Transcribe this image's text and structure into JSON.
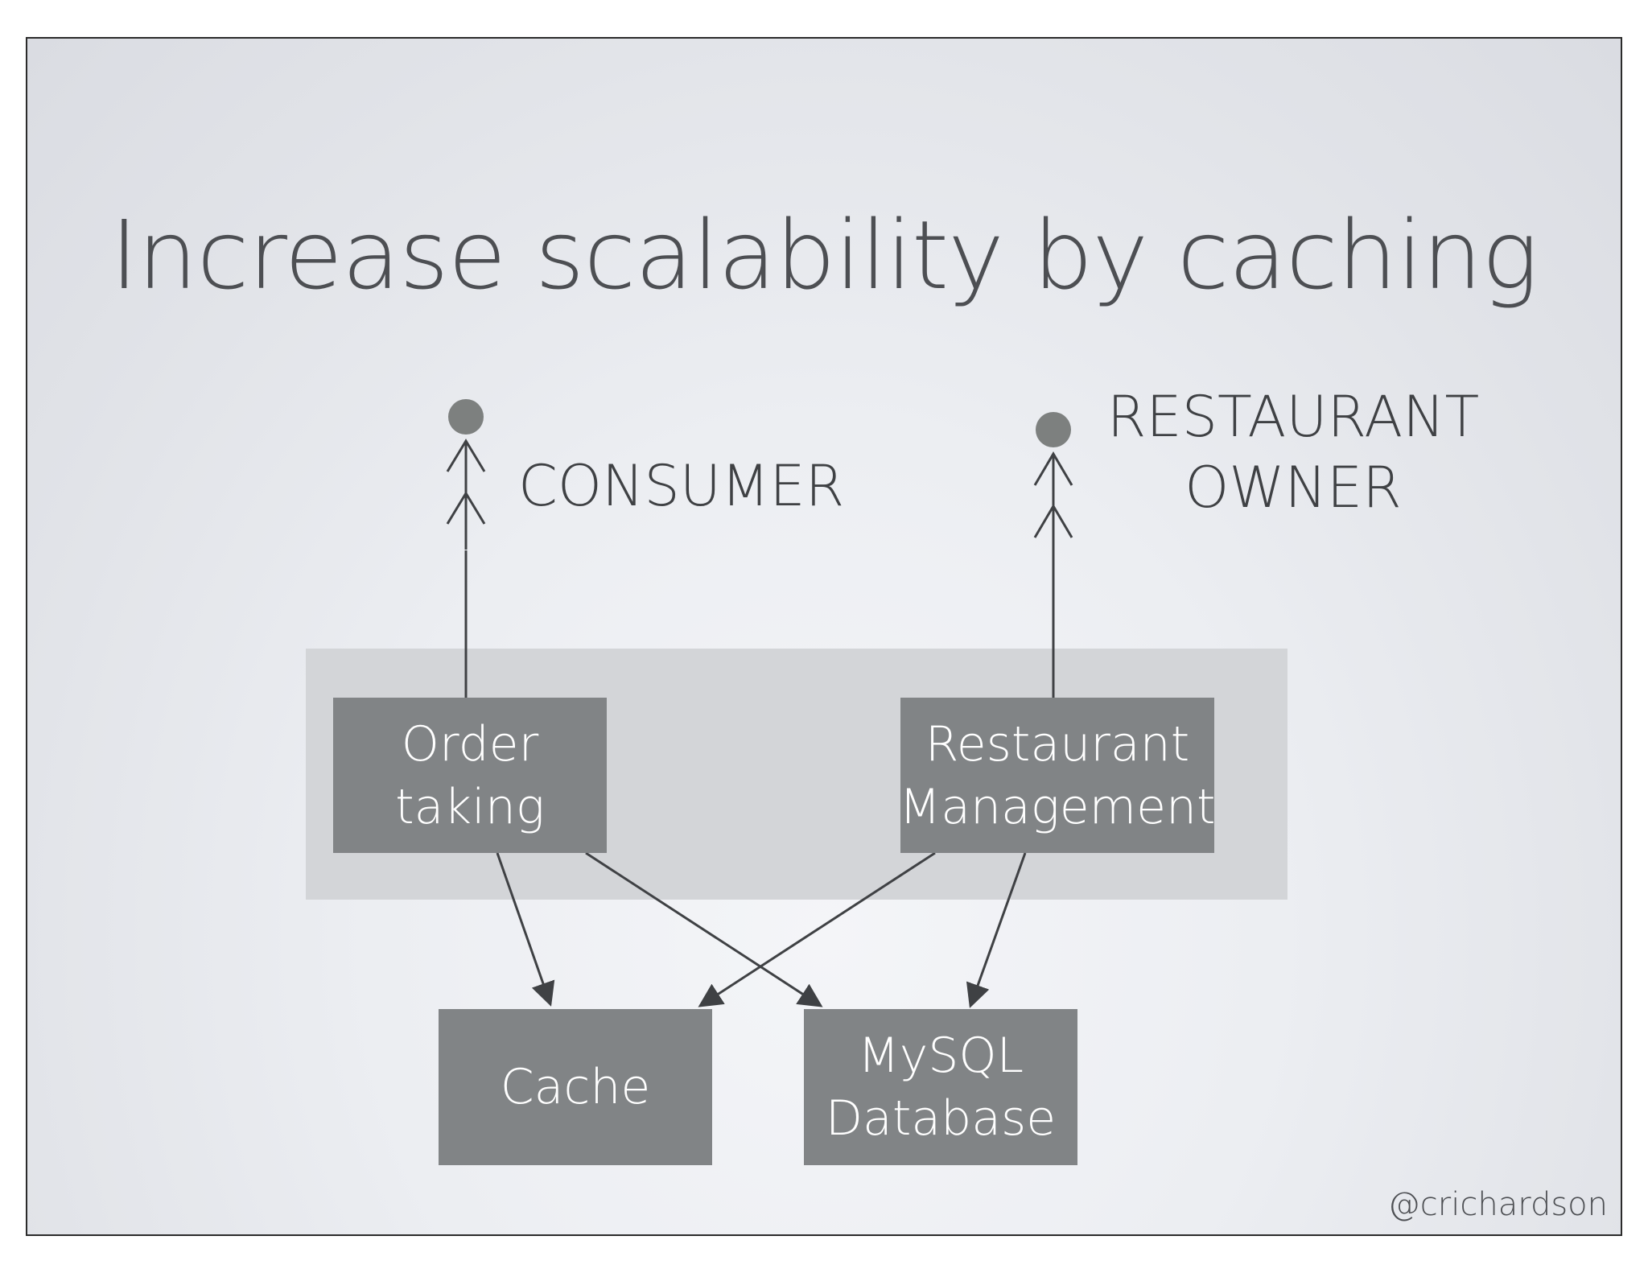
{
  "title": "Increase scalability by caching",
  "actors": {
    "consumer": {
      "label": "CONSUMER"
    },
    "restaurant_owner": {
      "line1": "RESTAURANT",
      "line2": "OWNER"
    }
  },
  "services": {
    "order_taking": {
      "line1": "Order",
      "line2": "taking"
    },
    "restaurant_management": {
      "line1": "Restaurant",
      "line2": "Management"
    }
  },
  "stores": {
    "cache": {
      "label": "Cache"
    },
    "mysql": {
      "line1": "MySQL",
      "line2": "Database"
    }
  },
  "edges": [
    {
      "from": "order_taking",
      "to": "consumer"
    },
    {
      "from": "restaurant_management",
      "to": "restaurant_owner"
    },
    {
      "from": "order_taking",
      "to": "cache"
    },
    {
      "from": "order_taking",
      "to": "mysql"
    },
    {
      "from": "restaurant_management",
      "to": "cache"
    },
    {
      "from": "restaurant_management",
      "to": "mysql"
    }
  ],
  "handle": "@crichardson",
  "colors": {
    "box_fill": "#818486",
    "group_fill": "#d3d5d8",
    "line": "#3f4144",
    "actor_fill": "#7d807f"
  }
}
